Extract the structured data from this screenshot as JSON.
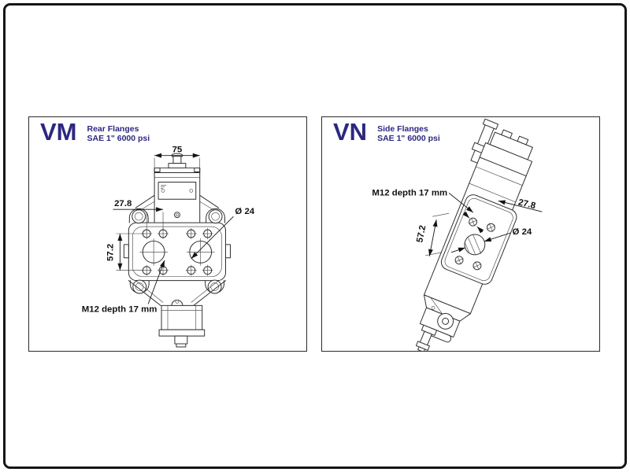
{
  "page": {
    "background": "#ffffff",
    "frame_color": "#151515",
    "accent_color": "#2c2880",
    "line_color": "#2f2f2f"
  },
  "panels": {
    "vm": {
      "code": "VM",
      "name": "Rear Flanges",
      "spec": "SAE 1\" 6000 psi",
      "dims": {
        "top_width": "75",
        "hole_offset": "27.8",
        "hole_spacing": "57.2",
        "port_diameter": "Ø 24",
        "thread": "M12 depth 17 mm"
      }
    },
    "vn": {
      "code": "VN",
      "name": "Side Flanges",
      "spec": "SAE 1\" 6000 psi",
      "dims": {
        "hole_offset": "27.8",
        "hole_spacing": "57.2",
        "port_diameter": "Ø 24",
        "thread": "M12 depth 17 mm"
      }
    }
  }
}
